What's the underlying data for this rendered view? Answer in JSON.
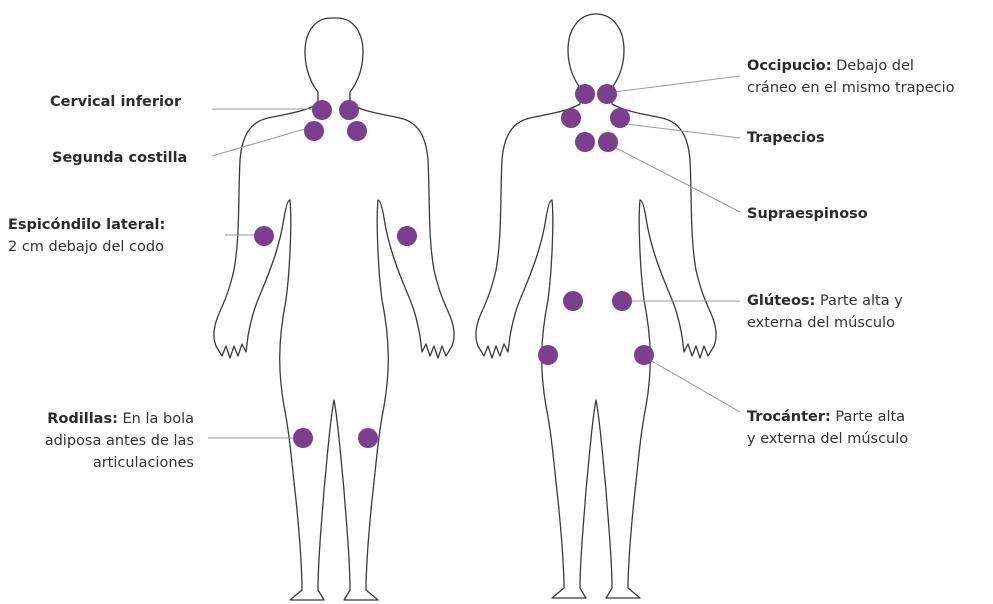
{
  "accent_color": "#7b3f8e",
  "labels": {
    "cervical": {
      "name": "Cervical inferior"
    },
    "costilla": {
      "name": "Segunda costilla"
    },
    "epicondilo": {
      "name": "Espicóndilo lateral:",
      "desc": "2 cm debajo del codo"
    },
    "rodillas": {
      "name": "Rodillas:",
      "desc1": " En la bola",
      "desc2": "adiposa antes de las",
      "desc3": "articulaciones"
    },
    "occipucio": {
      "name": "Occipucio:",
      "desc1": " Debajo del",
      "desc2": "cráneo en el mismo trapecio"
    },
    "trapecios": {
      "name": "Trapecios"
    },
    "supraespinoso": {
      "name": "Supraespinoso"
    },
    "gluteos": {
      "name": "Glúteos:",
      "desc1": " Parte alta y",
      "desc2": "externa del músculo"
    },
    "trocanter": {
      "name": "Trocánter:",
      "desc1": " Parte alta",
      "desc2": "y externa del músculo"
    }
  }
}
